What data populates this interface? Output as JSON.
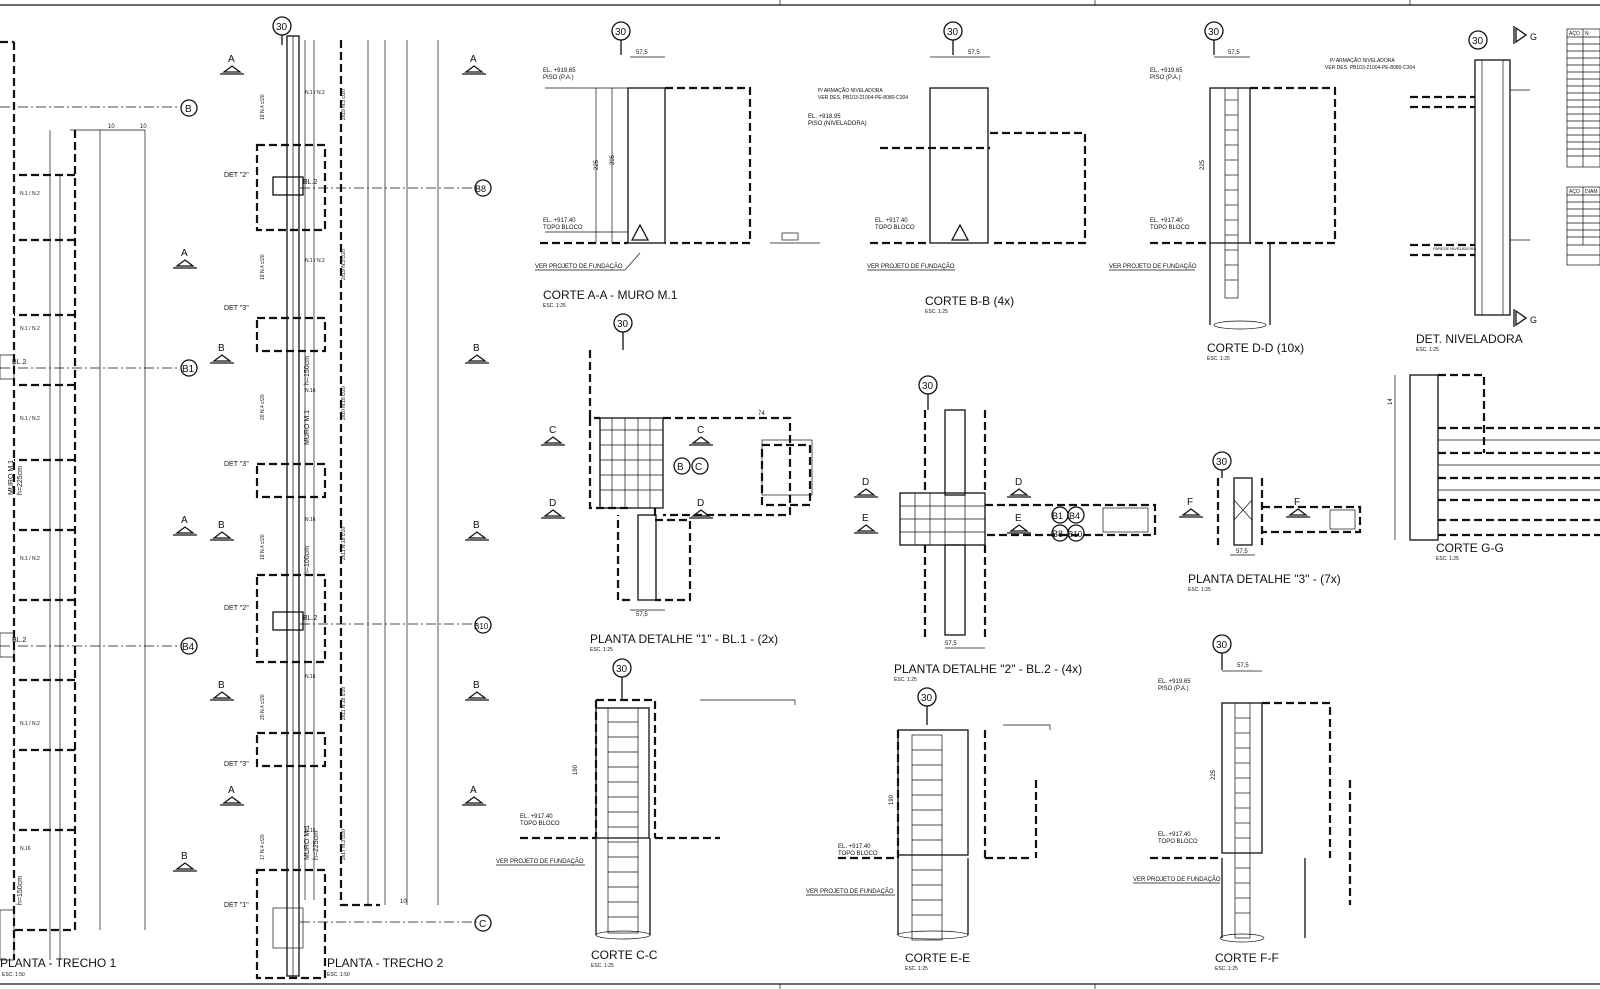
{
  "drawing": {
    "views": {
      "planta_trecho1": {
        "title": "PLANTA - TRECHO 1",
        "scale": "ESC. 1:50"
      },
      "planta_trecho2": {
        "title": "PLANTA - TRECHO 2",
        "scale": "ESC. 1:50"
      },
      "corte_aa": {
        "title": "CORTE A-A - MURO M.1",
        "scale": "ESC. 1:25"
      },
      "corte_bb": {
        "title": "CORTE B-B (4x)",
        "scale": "ESC. 1:25"
      },
      "corte_dd": {
        "title": "CORTE D-D (10x)",
        "scale": "ESC. 1:25"
      },
      "det_niveladora": {
        "title": "DET. NIVELADORA",
        "scale": "ESC. 1:25"
      },
      "planta_det1": {
        "title": "PLANTA DETALHE \"1\" - BL.1  - (2x)",
        "scale": "ESC. 1:25"
      },
      "planta_det2": {
        "title": "PLANTA DETALHE \"2\" - BL.2  - (4x)",
        "scale": "ESC. 1:25"
      },
      "planta_det3": {
        "title": "PLANTA DETALHE \"3\" - (7x)",
        "scale": "ESC. 1:25"
      },
      "corte_gg": {
        "title": "CORTE G-G",
        "scale": "ESC. 1:25"
      },
      "corte_cc": {
        "title": "CORTE C-C",
        "scale": "ESC. 1:25"
      },
      "corte_ee": {
        "title": "CORTE E-E",
        "scale": "ESC. 1:25"
      },
      "corte_ff": {
        "title": "CORTE F-F",
        "scale": "ESC. 1:25"
      }
    },
    "detail_number": "30",
    "grid_markers": [
      "B",
      "B8",
      "B1",
      "B10",
      "B4",
      "C"
    ],
    "section_marks": [
      "A",
      "B",
      "C",
      "D",
      "E",
      "F",
      "G"
    ],
    "det_labels": [
      "DET \"2\"",
      "DET \"3\"",
      "DET \"3\"",
      "DET \"2\"",
      "DET \"3\"",
      "DET \"1\""
    ],
    "wall_labels": {
      "muro_m1": "MURO M.1",
      "bl2": "BL.2",
      "h150": "h=150cm",
      "h100": "h=100cm",
      "h225": "h=225cm"
    },
    "elevations": {
      "piso_pa": "EL. +919.65",
      "piso_pa_label": "PISO (P.A.)",
      "piso_niv": "EL. +918.95",
      "piso_niv_label": "PISO (NIVELADORA)",
      "topo_bloco": "EL. +917.40",
      "topo_bloco_label": "TOPO BLOCO",
      "ver_fundacao": "VER PROJETO DE FUNDAÇÃO"
    },
    "dims": {
      "d575": "57,5",
      "d205": "205",
      "d225": "225",
      "d190": "190",
      "d74": "74",
      "d14": "14",
      "d10": "10"
    },
    "notes": {
      "armacao_niv": "P/ ARMAÇÃO NIVELADORA",
      "ver_des": "VER DES. PB103-21004-PE-8080-C304",
      "parede_niv": "PAREDE NIVELADORA"
    },
    "table_header": [
      "AÇO",
      "N"
    ],
    "table2_header": [
      "AÇO",
      "DIAM"
    ]
  }
}
